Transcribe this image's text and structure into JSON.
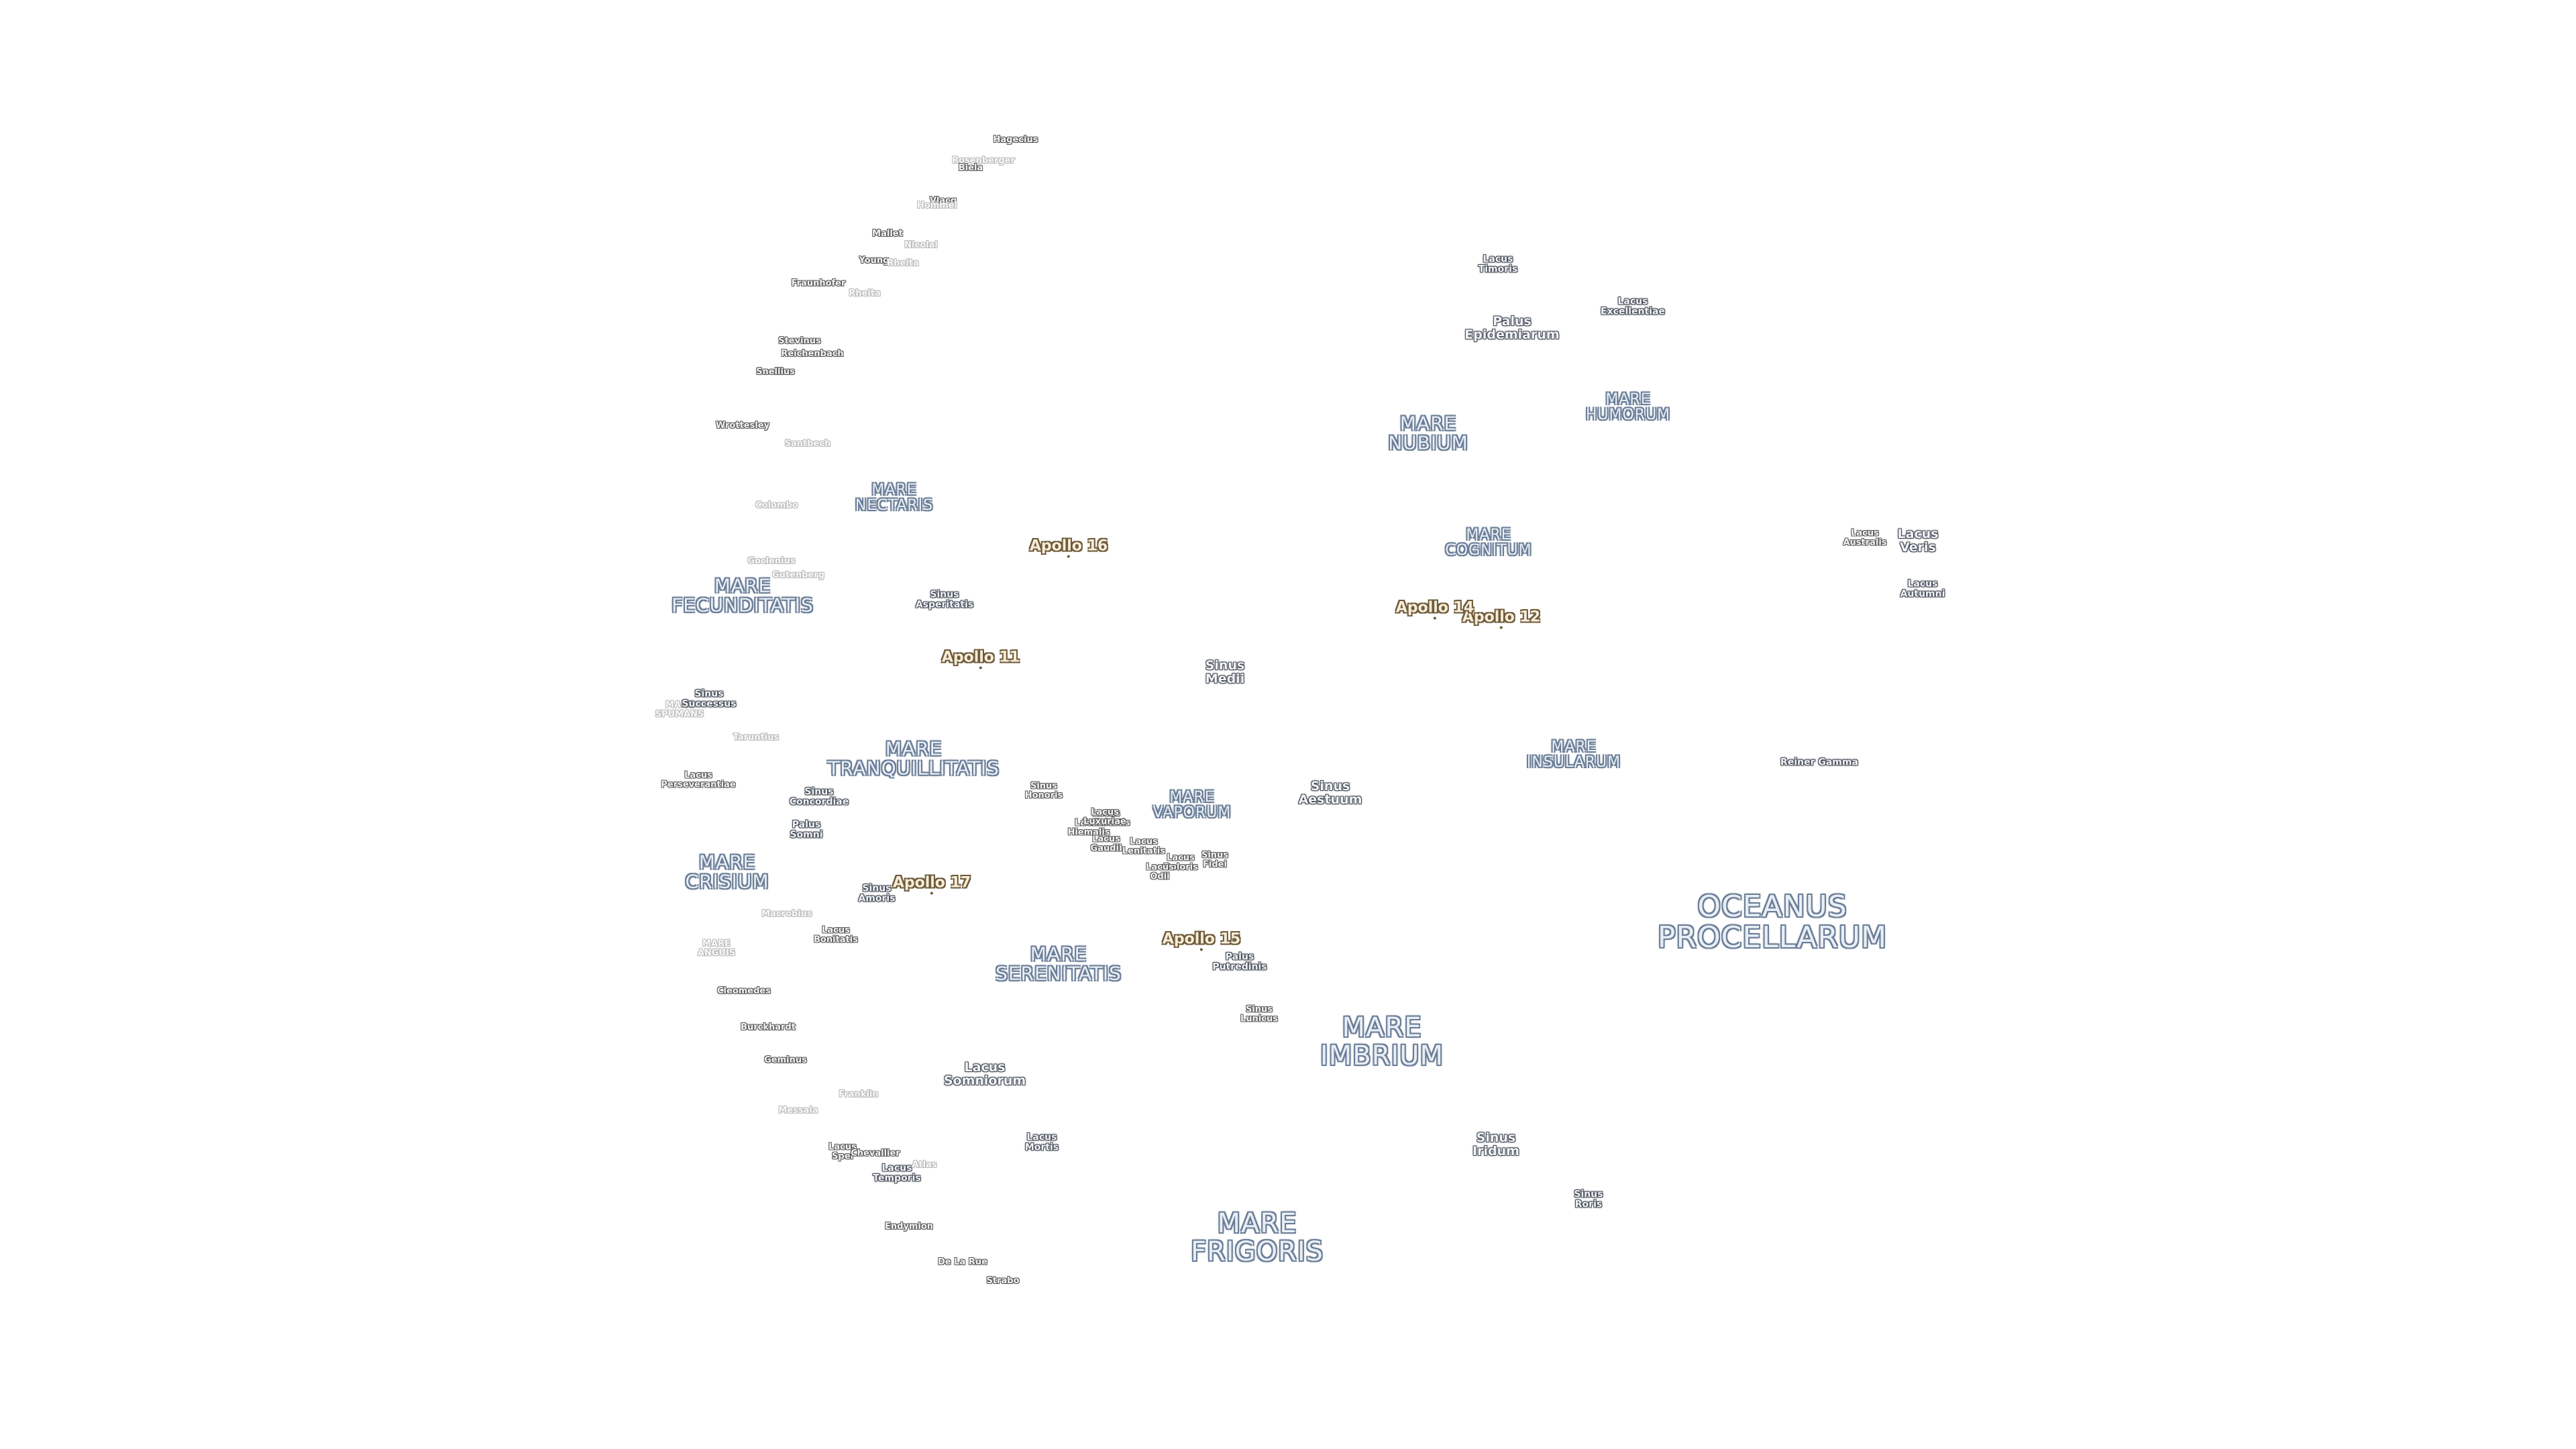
{
  "map": {
    "labels": {
      "oceanus_procellarum": {
        "line1": "OCEANUS",
        "line2": "PROCELLARUM"
      },
      "mare_frigoris": {
        "line1": "MARE",
        "line2": "FRIGORIS"
      },
      "mare_imbrium": {
        "line1": "MARE",
        "line2": "IMBRIUM"
      },
      "mare_serenitatis": {
        "line1": "MARE",
        "line2": "SERENITATIS"
      },
      "mare_tranquillitatis": {
        "line1": "MARE",
        "line2": "TRANQUILLITATIS"
      },
      "mare_crisium": {
        "line1": "MARE",
        "line2": "CRISIUM"
      },
      "mare_fecunditatis": {
        "line1": "MARE",
        "line2": "FECUNDITATIS"
      },
      "mare_nectaris": {
        "line1": "MARE",
        "line2": "NECTARIS"
      },
      "mare_nubium": {
        "line1": "MARE",
        "line2": "NUBIUM"
      },
      "mare_humorum": {
        "line1": "MARE",
        "line2": "HUMORUM"
      },
      "mare_cognitum": {
        "line1": "MARE",
        "line2": "COGNITUM"
      },
      "mare_insularum": {
        "line1": "MARE",
        "line2": "INSULARUM"
      },
      "mare_vaporum": {
        "line1": "MARE",
        "line2": "VAPORUM"
      },
      "mare_spumans": {
        "line1": "MARE",
        "line2": "SPUMANS"
      },
      "mare_anguis": {
        "line1": "MARE",
        "line2": "ANGUIS"
      },
      "lacus_somniorum": {
        "line1": "Lacus",
        "line2": "Somniorum"
      },
      "palus_epidemiarum": {
        "line1": "Palus",
        "line2": "Epidemiarum"
      },
      "palus_putredinis": {
        "line1": "Palus",
        "line2": "Putredinis"
      },
      "palus_somni": {
        "line1": "Palus",
        "line2": "Somni"
      },
      "sinus_iridum": {
        "line1": "Sinus",
        "line2": "Iridum"
      },
      "sinus_roris": {
        "line1": "Sinus",
        "line2": "Roris"
      },
      "sinus_aestuum": {
        "line1": "Sinus",
        "line2": "Aestuum"
      },
      "sinus_medii": {
        "line1": "Sinus",
        "line2": "Medii"
      },
      "sinus_asperitatis": {
        "line1": "Sinus",
        "line2": "Asperitatis"
      },
      "sinus_amoris": {
        "line1": "Sinus",
        "line2": "Amoris"
      },
      "sinus_concordiae": {
        "line1": "Sinus",
        "line2": "Concordiae"
      },
      "sinus_successus": {
        "line1": "Sinus",
        "line2": "Successus"
      },
      "sinus_honoris": {
        "line1": "Sinus",
        "line2": "Honoris"
      },
      "sinus_lunicus": {
        "line1": "Sinus",
        "line2": "Lunicus"
      },
      "sinus_fidei": {
        "line1": "Sinus",
        "line2": "Fidei"
      },
      "lacus_veris": {
        "line1": "Lacus",
        "line2": "Veris"
      },
      "lacus_autumni": {
        "line1": "Lacus",
        "line2": "Autumni"
      },
      "lacus_australis": {
        "line1": "Lacus",
        "line2": "Australis"
      },
      "lacus_timoris": {
        "line1": "Lacus",
        "line2": "Timoris"
      },
      "lacus_excellentiae": {
        "line1": "Lacus",
        "line2": "Excellentiae"
      },
      "lacus_mortis": {
        "line1": "Lacus",
        "line2": "Mortis"
      },
      "lacus_temporis": {
        "line1": "Lacus",
        "line2": "Temporis"
      },
      "lacus_spei": {
        "line1": "Lacus",
        "line2": "Spei"
      },
      "lacus_bonitatis": {
        "line1": "Lacus",
        "line2": "Bonitatis"
      },
      "lacus_perseverantiae": {
        "line1": "Lacus",
        "line2": "Perseverantiae"
      },
      "lacus_felicitatis": {
        "line1": "Lacus",
        "line2": "Felicitatis"
      },
      "lacus_gaudii": {
        "line1": "Lacus",
        "line2": "Gaudii"
      },
      "lacus_hiemalis": {
        "line1": "Lacus",
        "line2": "Hiemalis"
      },
      "lacus_lenitatis": {
        "line1": "Lacus",
        "line2": "Lenitatis"
      },
      "lacus_doloris": {
        "line1": "Lacus",
        "line2": "Doloris"
      },
      "lacus_odii": {
        "line1": "Lacus",
        "line2": "Odii"
      },
      "lacus_luxuriae": {
        "line1": "Lacus",
        "line2": "Luxuriae"
      },
      "reiner_gamma": "Reiner Gamma",
      "apollo_11": "Apollo 11",
      "apollo_12": "Apollo 12",
      "apollo_14": "Apollo 14",
      "apollo_15": "Apollo 15",
      "apollo_16": "Apollo 16",
      "apollo_17": "Apollo 17",
      "hagecius": "Hagecius",
      "biela": "Biela",
      "rosenberger": "Rosenberger",
      "vlacq": "Vlacq",
      "hommel": "Hommel",
      "mallet": "Mallet",
      "nicolai": "Nicolai",
      "young": "Young",
      "rheita": "Rheita",
      "fraunhofer": "Fraunhofer",
      "stevinus": "Stevinus",
      "reichenbach": "Reichenbach",
      "snellius": "Snellius",
      "wrottesley": "Wrottesley",
      "santbech": "Santbech",
      "colombo": "Colombo",
      "goclenius": "Goclenius",
      "gutenberg": "Gutenberg",
      "taruntius": "Taruntius",
      "macrobius": "Macrobius",
      "cleomedes": "Cleomedes",
      "burckhardt": "Burckhardt",
      "geminus": "Geminus",
      "franklin": "Franklin",
      "messala": "Messala",
      "chevallier": "Chevallier",
      "atlas": "Atlas",
      "endymion": "Endymion",
      "de_la_rue": "De La Rue",
      "strabo": "Strabo"
    }
  }
}
